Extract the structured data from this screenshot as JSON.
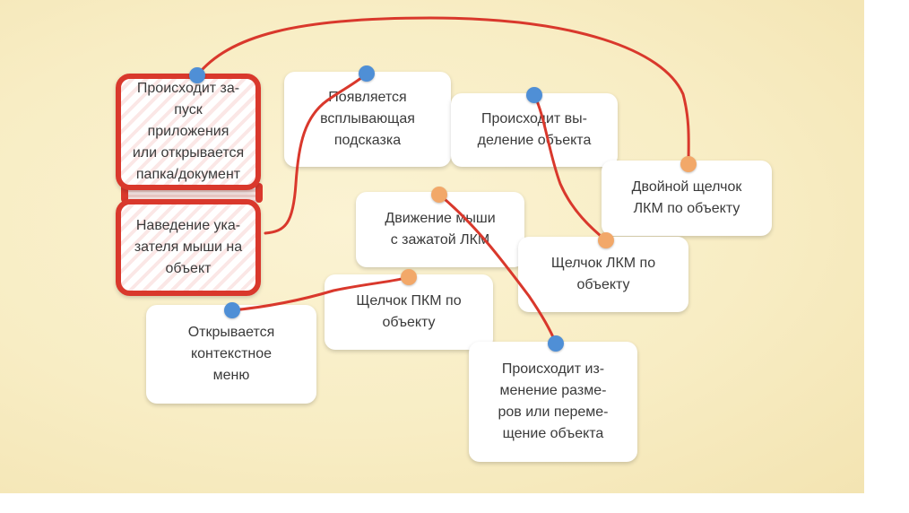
{
  "cards": {
    "launch": "Происходит за-\nпуск приложения\nили открывается\nпапка/документ",
    "hover": "Наведение ука-\nзателя мыши на\nобъект",
    "tooltip": "Появляется\nвсплывающая\nподсказка",
    "select": "Происходит вы-\nделение объекта",
    "double_click": "Двойной щелчок\nЛКМ по объекту",
    "drag": "Движение мыши\nс зажатой ЛКМ",
    "left_click": "Щелчок ЛКМ по\nобъекту",
    "right_click": "Щелчок ПКМ по\nобъекту",
    "context_menu": "Открывается\nконтекстное\nменю",
    "resize": "Происходит из-\nменение разме-\nров или переме-\nщение объекта"
  },
  "colors": {
    "selection": "#d9382c",
    "line": "#d9382c",
    "dot_blue": "#4f8fd6",
    "dot_orange": "#f2a869",
    "background": "#f8edc4"
  }
}
